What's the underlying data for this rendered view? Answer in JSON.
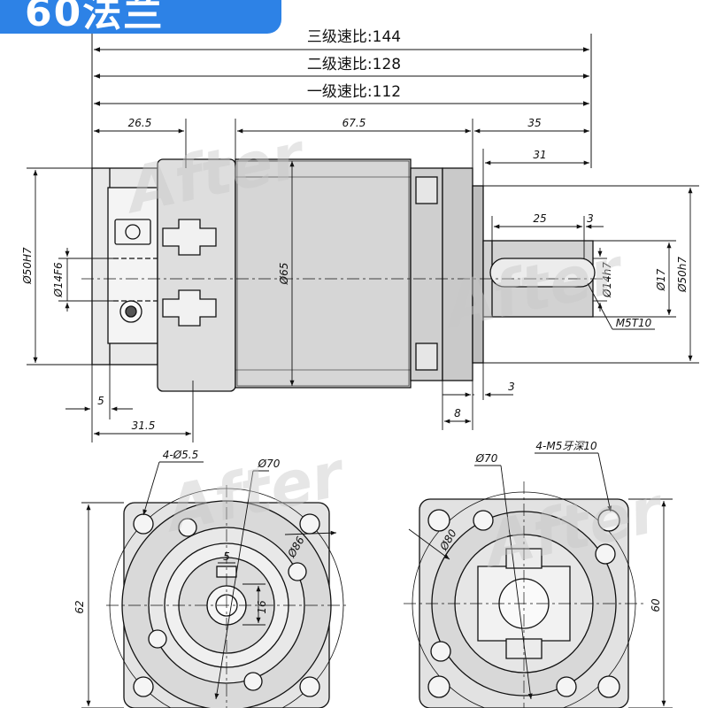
{
  "header": {
    "title": "60法兰",
    "accent_color": "#2d82e6"
  },
  "ratios": {
    "three_stage": "三级速比:144",
    "two_stage": "二级速比:128",
    "one_stage": "一级速比:112"
  },
  "side_view_dims": {
    "input_depth": "26.5",
    "body_length": "67.5",
    "output_length": "35",
    "shaft_length": "31",
    "key_length": "25",
    "key_offset": "3",
    "input_bore_fit": "Ø50H7",
    "input_shaft_fit": "Ø14F6",
    "body_diameter": "Ø65",
    "output_shaft_fit": "Ø14h7",
    "output_step": "Ø17",
    "output_pilot_fit": "Ø50h7",
    "thread_tap": "M5T10",
    "flange_thickness": "8",
    "pilot_height": "3",
    "input_flange_thk": "5",
    "input_total": "31.5"
  },
  "front_left_dims": {
    "holes": "4-Ø5.5",
    "bolt_circle": "Ø70",
    "outer_circle": "Ø86",
    "square_size": "62",
    "key_height": "16",
    "key_width": "5"
  },
  "front_right_dims": {
    "bolt_circle": "Ø70",
    "thread_holes": "4-M5牙深10",
    "outer_circle": "Ø80",
    "square_size": "60"
  },
  "watermark": "After"
}
